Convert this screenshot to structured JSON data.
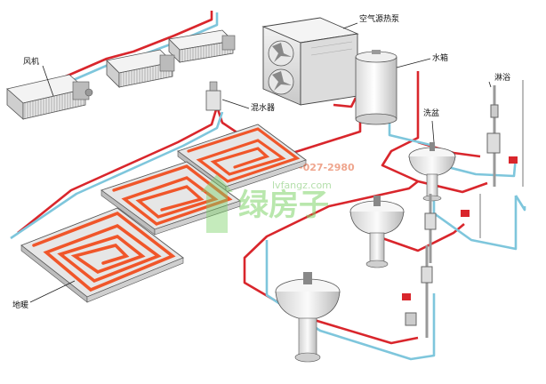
{
  "labels": {
    "fan_coil": "风机",
    "air_heat_pump": "空气源热泵",
    "water_tank": "水箱",
    "mixer": "混水器",
    "washbasin": "洗盆",
    "shower": "淋浴",
    "floor_heating": "地暖"
  },
  "watermark": {
    "brand": "绿房子",
    "phone": "-027-2980",
    "url": "lvfangz.com"
  },
  "colors": {
    "hot_pipe": "#d9262c",
    "cold_pipe": "#7ec6dc",
    "floor_coil": "#f0562a",
    "panel": "#e6e6e6",
    "watermark": "#7fd36a"
  }
}
